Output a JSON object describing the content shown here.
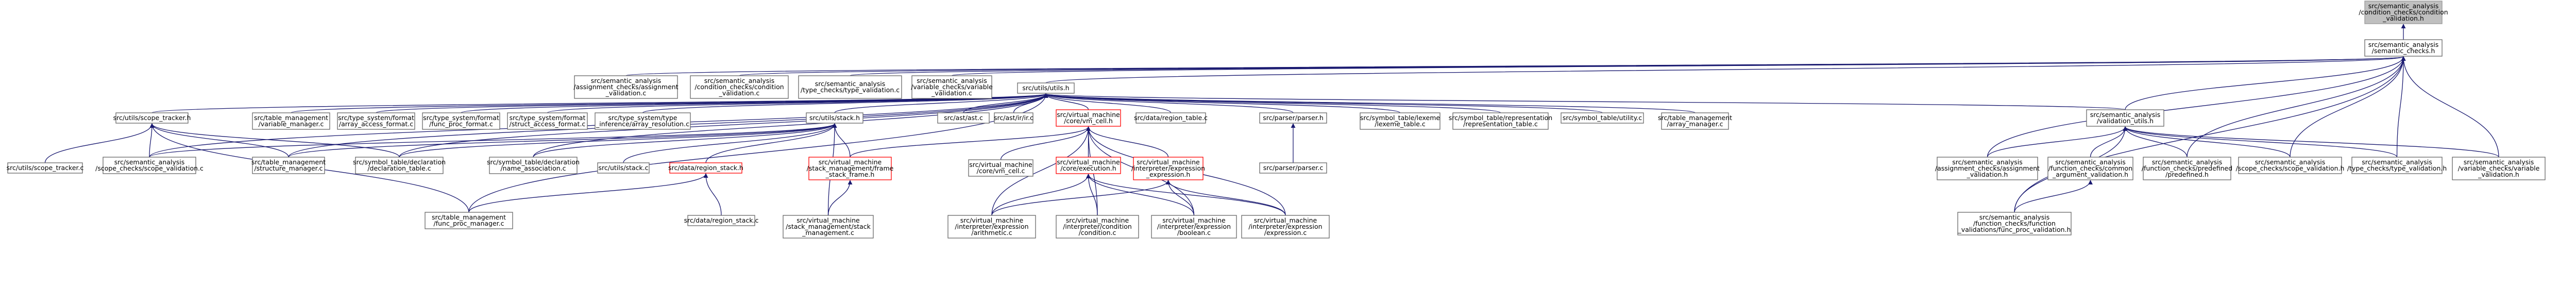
{
  "graph": {
    "type": "include-dependency-graph",
    "colors": {
      "edge": "#191970",
      "root_fill": "#bfbfbf",
      "node_border": "#666666",
      "incomplete_border": "#ff0000"
    },
    "nodes": [
      {
        "id": "n0",
        "label": [
          "src/semantic_analysis",
          "/condition_checks/condition",
          "_validation.h"
        ],
        "style": "root"
      },
      {
        "id": "n1",
        "label": [
          "src/semantic_analysis",
          "/semantic_checks.h"
        ],
        "style": "normal"
      },
      {
        "id": "n2",
        "label": [
          "src/semantic_analysis",
          "/assignment_checks/assignment",
          "_validation.c"
        ],
        "style": "normal"
      },
      {
        "id": "n3",
        "label": [
          "src/semantic_analysis",
          "/condition_checks/condition",
          "_validation.c"
        ],
        "style": "normal"
      },
      {
        "id": "n4",
        "label": [
          "src/semantic_analysis",
          "/type_checks/type_validation.c"
        ],
        "style": "normal"
      },
      {
        "id": "n5",
        "label": [
          "src/semantic_analysis",
          "/variable_checks/variable",
          "_validation.c"
        ],
        "style": "normal"
      },
      {
        "id": "n6",
        "label": [
          "src/utils/utils.h"
        ],
        "style": "normal"
      },
      {
        "id": "n7",
        "label": [
          "src/utils/scope_tracker.h"
        ],
        "style": "normal"
      },
      {
        "id": "n8",
        "label": [
          "src/table_management",
          "/variable_manager.c"
        ],
        "style": "normal"
      },
      {
        "id": "n9",
        "label": [
          "src/type_system/format",
          "/array_access_format.c"
        ],
        "style": "normal"
      },
      {
        "id": "n10",
        "label": [
          "src/type_system/format",
          "/func_proc_format.c"
        ],
        "style": "normal"
      },
      {
        "id": "n11",
        "label": [
          "src/type_system/format",
          "/struct_access_format.c"
        ],
        "style": "normal"
      },
      {
        "id": "n12",
        "label": [
          "src/type_system/type",
          "_inference/array_resolution.c"
        ],
        "style": "normal"
      },
      {
        "id": "n13",
        "label": [
          "src/utils/stack.h"
        ],
        "style": "normal"
      },
      {
        "id": "n14",
        "label": [
          "src/ast/ast.c"
        ],
        "style": "normal"
      },
      {
        "id": "n15",
        "label": [
          "src/ast/ir/ir.c"
        ],
        "style": "normal"
      },
      {
        "id": "n16",
        "label": [
          "src/virtual_machine",
          "/core/vm_cell.h"
        ],
        "style": "red"
      },
      {
        "id": "n17",
        "label": [
          "src/data/region_table.c"
        ],
        "style": "normal"
      },
      {
        "id": "n18",
        "label": [
          "src/parser/parser.h"
        ],
        "style": "normal"
      },
      {
        "id": "n19",
        "label": [
          "src/symbol_table/lexeme",
          "/lexeme_table.c"
        ],
        "style": "normal"
      },
      {
        "id": "n20",
        "label": [
          "src/symbol_table/representation",
          "/representation_table.c"
        ],
        "style": "normal"
      },
      {
        "id": "n21",
        "label": [
          "src/symbol_table/utility.c"
        ],
        "style": "normal"
      },
      {
        "id": "n22",
        "label": [
          "src/table_management",
          "/array_manager.c"
        ],
        "style": "normal"
      },
      {
        "id": "n23",
        "label": [
          "src/semantic_analysis",
          "/validation_utils.h"
        ],
        "style": "normal"
      },
      {
        "id": "n24",
        "label": [
          "src/utils/scope_tracker.c"
        ],
        "style": "normal"
      },
      {
        "id": "n25",
        "label": [
          "src/semantic_analysis",
          "/scope_checks/scope_validation.c"
        ],
        "style": "normal"
      },
      {
        "id": "n26",
        "label": [
          "src/table_management",
          "/structure_manager.c"
        ],
        "style": "normal"
      },
      {
        "id": "n27",
        "label": [
          "src/symbol_table/declaration",
          "/declaration_table.c"
        ],
        "style": "normal"
      },
      {
        "id": "n28",
        "label": [
          "src/symbol_table/declaration",
          "/name_association.c"
        ],
        "style": "normal"
      },
      {
        "id": "n29",
        "label": [
          "src/utils/stack.c"
        ],
        "style": "normal"
      },
      {
        "id": "n30",
        "label": [
          "src/data/region_stack.h"
        ],
        "style": "red"
      },
      {
        "id": "n31",
        "label": [
          "src/virtual_machine",
          "/stack_management/frame",
          "_stack_frame.h"
        ],
        "style": "red"
      },
      {
        "id": "n32",
        "label": [
          "src/virtual_machine",
          "/core/vm_cell.c"
        ],
        "style": "normal"
      },
      {
        "id": "n33",
        "label": [
          "src/virtual_machine",
          "/core/execution.h"
        ],
        "style": "red"
      },
      {
        "id": "n34",
        "label": [
          "src/virtual_machine",
          "/interpreter/expression",
          "_expression.h"
        ],
        "style": "red"
      },
      {
        "id": "n35",
        "label": [
          "src/parser/parser.c"
        ],
        "style": "normal"
      },
      {
        "id": "n36",
        "label": [
          "src/table_management",
          "/func_proc_manager.c"
        ],
        "style": "normal"
      },
      {
        "id": "n37",
        "label": [
          "src/data/region_stack.c"
        ],
        "style": "normal"
      },
      {
        "id": "n38",
        "label": [
          "src/virtual_machine",
          "/stack_management/stack",
          "_management.c"
        ],
        "style": "normal"
      },
      {
        "id": "n39",
        "label": [
          "src/virtual_machine",
          "/interpreter/expression",
          "/arithmetic.c"
        ],
        "style": "normal"
      },
      {
        "id": "n40",
        "label": [
          "src/virtual_machine",
          "/interpreter/condition",
          "/condition.c"
        ],
        "style": "normal"
      },
      {
        "id": "n41",
        "label": [
          "src/virtual_machine",
          "/interpreter/expression",
          "/boolean.c"
        ],
        "style": "normal"
      },
      {
        "id": "n42",
        "label": [
          "src/virtual_machine",
          "/interpreter/expression",
          "/expression.c"
        ],
        "style": "normal"
      },
      {
        "id": "n43",
        "label": [
          "src/semantic_analysis",
          "/assignment_checks/assignment",
          "_validation.h"
        ],
        "style": "normal"
      },
      {
        "id": "n44",
        "label": [
          "src/semantic_analysis",
          "/function_checks/common",
          "_argument_validation.h"
        ],
        "style": "normal"
      },
      {
        "id": "n45",
        "label": [
          "src/semantic_analysis",
          "/function_checks/predefined",
          "/predefined.h"
        ],
        "style": "normal"
      },
      {
        "id": "n46",
        "label": [
          "src/semantic_analysis",
          "/scope_checks/scope_validation.h"
        ],
        "style": "normal"
      },
      {
        "id": "n47",
        "label": [
          "src/semantic_analysis",
          "/type_checks/type_validation.h"
        ],
        "style": "normal"
      },
      {
        "id": "n48",
        "label": [
          "src/semantic_analysis",
          "/variable_checks/variable",
          "_validation.h"
        ],
        "style": "normal"
      },
      {
        "id": "n49",
        "label": [
          "src/semantic_analysis",
          "/function_checks/function",
          "_validations/func_proc_validation.h"
        ],
        "style": "normal"
      }
    ],
    "edges": [
      [
        "n1",
        "n0"
      ],
      [
        "n2",
        "n1"
      ],
      [
        "n3",
        "n1"
      ],
      [
        "n4",
        "n1"
      ],
      [
        "n5",
        "n1"
      ],
      [
        "n6",
        "n1"
      ],
      [
        "n23",
        "n1"
      ],
      [
        "n43",
        "n1"
      ],
      [
        "n45",
        "n1"
      ],
      [
        "n46",
        "n1"
      ],
      [
        "n47",
        "n1"
      ],
      [
        "n48",
        "n1"
      ],
      [
        "n49",
        "n1"
      ],
      [
        "n7",
        "n6"
      ],
      [
        "n8",
        "n6"
      ],
      [
        "n9",
        "n6"
      ],
      [
        "n10",
        "n6"
      ],
      [
        "n11",
        "n6"
      ],
      [
        "n12",
        "n6"
      ],
      [
        "n13",
        "n6"
      ],
      [
        "n14",
        "n6"
      ],
      [
        "n15",
        "n6"
      ],
      [
        "n16",
        "n6"
      ],
      [
        "n17",
        "n6"
      ],
      [
        "n18",
        "n6"
      ],
      [
        "n19",
        "n6"
      ],
      [
        "n20",
        "n6"
      ],
      [
        "n21",
        "n6"
      ],
      [
        "n22",
        "n6"
      ],
      [
        "n23",
        "n6"
      ],
      [
        "n25",
        "n6"
      ],
      [
        "n26",
        "n6"
      ],
      [
        "n27",
        "n6"
      ],
      [
        "n28",
        "n6"
      ],
      [
        "n36",
        "n6"
      ],
      [
        "n24",
        "n7"
      ],
      [
        "n25",
        "n7"
      ],
      [
        "n26",
        "n7"
      ],
      [
        "n27",
        "n7"
      ],
      [
        "n36",
        "n7"
      ],
      [
        "n25",
        "n13"
      ],
      [
        "n26",
        "n13"
      ],
      [
        "n27",
        "n13"
      ],
      [
        "n28",
        "n13"
      ],
      [
        "n29",
        "n13"
      ],
      [
        "n30",
        "n13"
      ],
      [
        "n31",
        "n13"
      ],
      [
        "n38",
        "n13"
      ],
      [
        "n36",
        "n30"
      ],
      [
        "n37",
        "n30"
      ],
      [
        "n31",
        "n16"
      ],
      [
        "n32",
        "n16"
      ],
      [
        "n33",
        "n16"
      ],
      [
        "n34",
        "n16"
      ],
      [
        "n39",
        "n16"
      ],
      [
        "n40",
        "n16"
      ],
      [
        "n41",
        "n16"
      ],
      [
        "n42",
        "n16"
      ],
      [
        "n38",
        "n31"
      ],
      [
        "n39",
        "n33"
      ],
      [
        "n40",
        "n33"
      ],
      [
        "n41",
        "n33"
      ],
      [
        "n42",
        "n33"
      ],
      [
        "n39",
        "n34"
      ],
      [
        "n41",
        "n34"
      ],
      [
        "n42",
        "n34"
      ],
      [
        "n35",
        "n18"
      ],
      [
        "n43",
        "n23"
      ],
      [
        "n44",
        "n23"
      ],
      [
        "n45",
        "n23"
      ],
      [
        "n46",
        "n23"
      ],
      [
        "n47",
        "n23"
      ],
      [
        "n48",
        "n23"
      ],
      [
        "n49",
        "n23"
      ],
      [
        "n49",
        "n44"
      ]
    ]
  }
}
